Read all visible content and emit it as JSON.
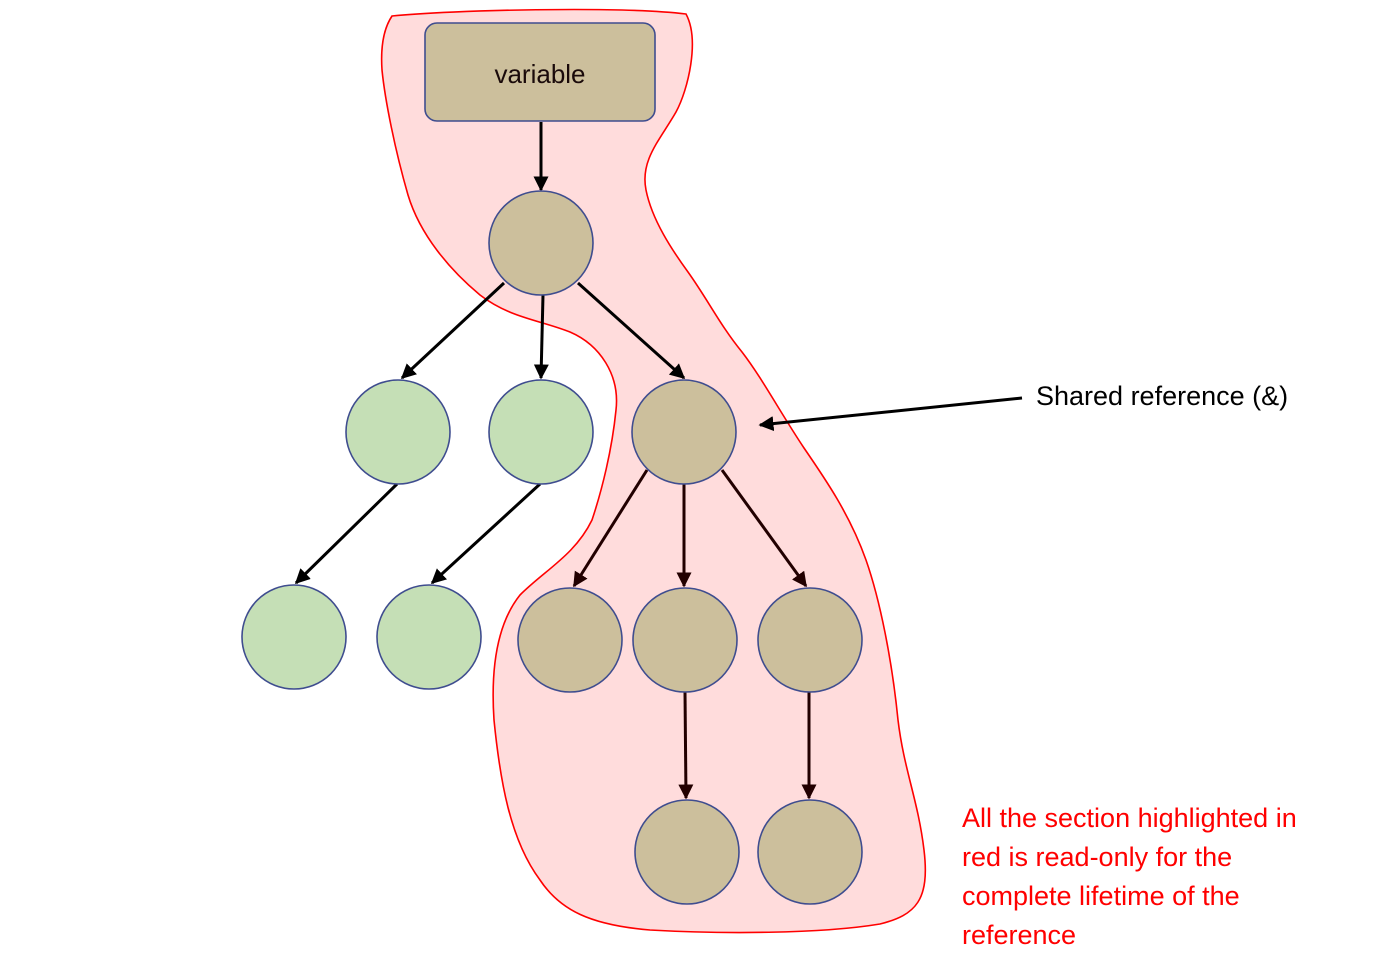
{
  "diagram": {
    "root_label": "variable",
    "callout_label": "Shared reference (&)",
    "note_lines": [
      "All the section highlighted in",
      "red is read-only for the",
      "complete lifetime of the",
      "reference"
    ],
    "colors": {
      "highlight_fill": "#ffdcdc",
      "highlight_stroke": "#ff0000",
      "borrowed_node": "#ccbf9c",
      "free_node": "#c5dfb6",
      "node_outline": "#3f4d8f",
      "note_text": "#ff0000"
    }
  }
}
